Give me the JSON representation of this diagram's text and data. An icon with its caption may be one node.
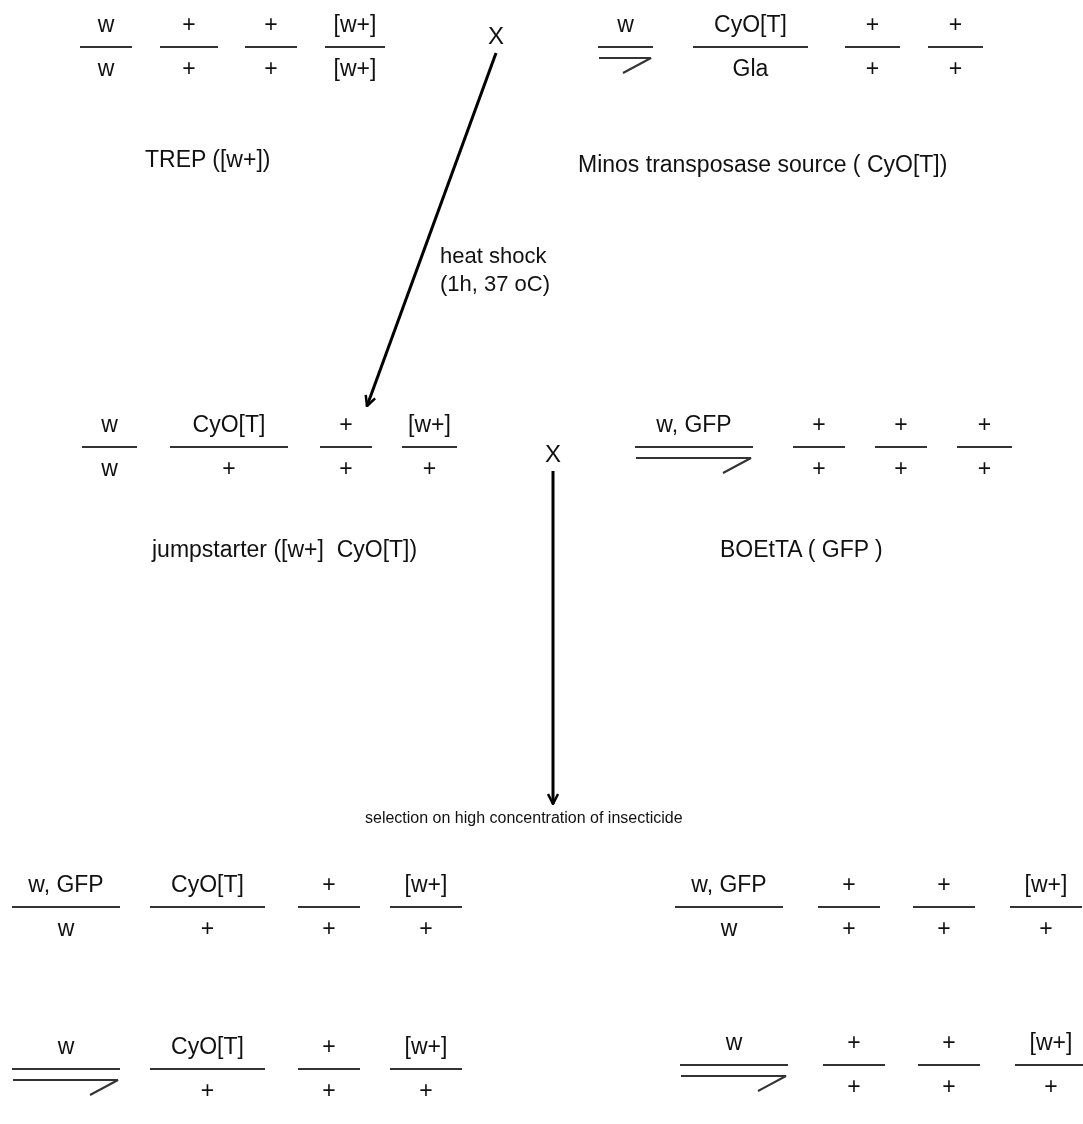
{
  "diagram": {
    "nodes": [
      {
        "text": [
          "w",
          "w",
          "+",
          "+",
          "+",
          "+",
          "[w+]",
          "[w+]"
        ],
        "beside": [
          "TREP ([w+])"
        ]
      },
      {
        "text": [
          "X"
        ]
      },
      {
        "text": [
          "w",
          "CyO[T]",
          "Gla",
          "+",
          "+",
          "+",
          "+"
        ],
        "beside": [
          "Minos transposase source ( CyO[T])"
        ]
      },
      {
        "text": [
          "w",
          "w",
          "CyO[T]",
          "+",
          "+",
          "+",
          "[w+]",
          "+"
        ],
        "beside": [
          "jumpstarter ([w+]  CyO[T])"
        ]
      },
      {
        "text": [
          "X"
        ]
      },
      {
        "text": [
          "w, GFP",
          "+",
          "+",
          "+",
          "+",
          "+",
          "+"
        ],
        "beside": [
          "BOEtTA ( GFP )"
        ]
      },
      {
        "text": [
          "selection on high concentration of insecticide"
        ]
      },
      {
        "text": [
          "w, GFP",
          "w",
          "CyO[T]",
          "+",
          "+",
          "+",
          "[w+]",
          "+"
        ]
      },
      {
        "text": [
          "w, GFP",
          "w",
          "+",
          "+",
          "+",
          "+",
          "[w+]",
          "+"
        ]
      },
      {
        "text": [
          "w",
          "CyO[T]",
          "+",
          "+",
          "+",
          "[w+]",
          "+"
        ]
      },
      {
        "text": [
          "w",
          "+",
          "+",
          "+",
          "+",
          "[w+]",
          "+"
        ]
      }
    ],
    "edges": [
      {
        "from": 1,
        "to": 3,
        "arrow": "to",
        "label": "heat shock (1h, 37 oC)"
      },
      {
        "from": 4,
        "to": 6,
        "arrow": "to"
      }
    ]
  }
}
